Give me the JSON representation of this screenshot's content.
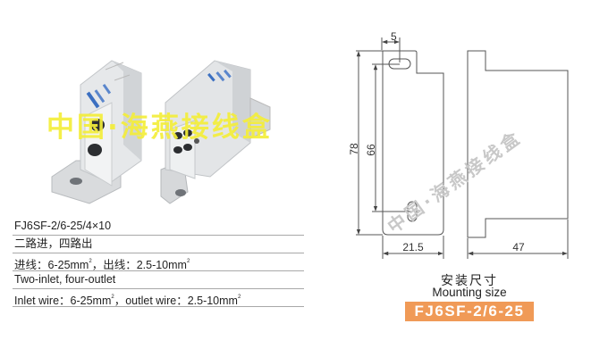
{
  "watermark": "中国·海燕接线盒",
  "spec_table": {
    "rows": [
      {
        "text": "FJ6SF-2/6-25/4×10"
      },
      {
        "text": "二路进，四路出"
      },
      {
        "pre": "进线：6-25mm",
        "mid": "，出线：2.5-10mm",
        "sup": "2"
      },
      {
        "text": "Two-inlet, four-outlet"
      },
      {
        "pre": "Inlet wire：6-25mm",
        "mid": "，outlet wire：2.5-10mm",
        "sup": "2"
      }
    ]
  },
  "drawing": {
    "dimensions": {
      "slot_width": "5",
      "total_height": "78",
      "hole_spacing": "66",
      "front_width": "21.5",
      "side_depth": "47"
    },
    "line_color": "#555555"
  },
  "caption": {
    "cn": "安装尺寸",
    "en": "Mounting size",
    "model": "FJ6SF-2/6-25",
    "badge_color": "#f09a57"
  }
}
